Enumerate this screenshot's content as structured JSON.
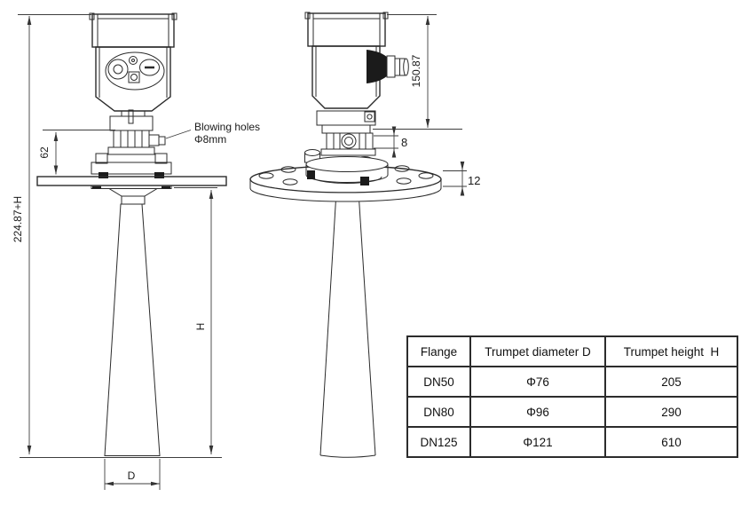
{
  "drawing": {
    "left_view": {
      "overall_height_label": "224.87+H",
      "neck_height_label": "62",
      "blowing_holes_label_line1": "Blowing holes",
      "blowing_holes_label_line2": "Φ8mm",
      "trumpet_height_label": "H",
      "trumpet_diameter_label": "D"
    },
    "right_view": {
      "housing_height_label": "150.87",
      "hole_size_label": "8",
      "flange_thickness_label": "12"
    }
  },
  "spec_table": {
    "headers": [
      "Flange",
      "Trumpet diameter D",
      "Trumpet height  H"
    ],
    "rows": [
      {
        "flange": "DN50",
        "diameter": "Φ76",
        "height": "205"
      },
      {
        "flange": "DN80",
        "diameter": "Φ96",
        "height": "290"
      },
      {
        "flange": "DN125",
        "diameter": "Φ121",
        "height": "610"
      }
    ]
  },
  "colors": {
    "line": "#2b2b2b",
    "dimension_line": "#3d3d3d",
    "background": "#ffffff"
  }
}
